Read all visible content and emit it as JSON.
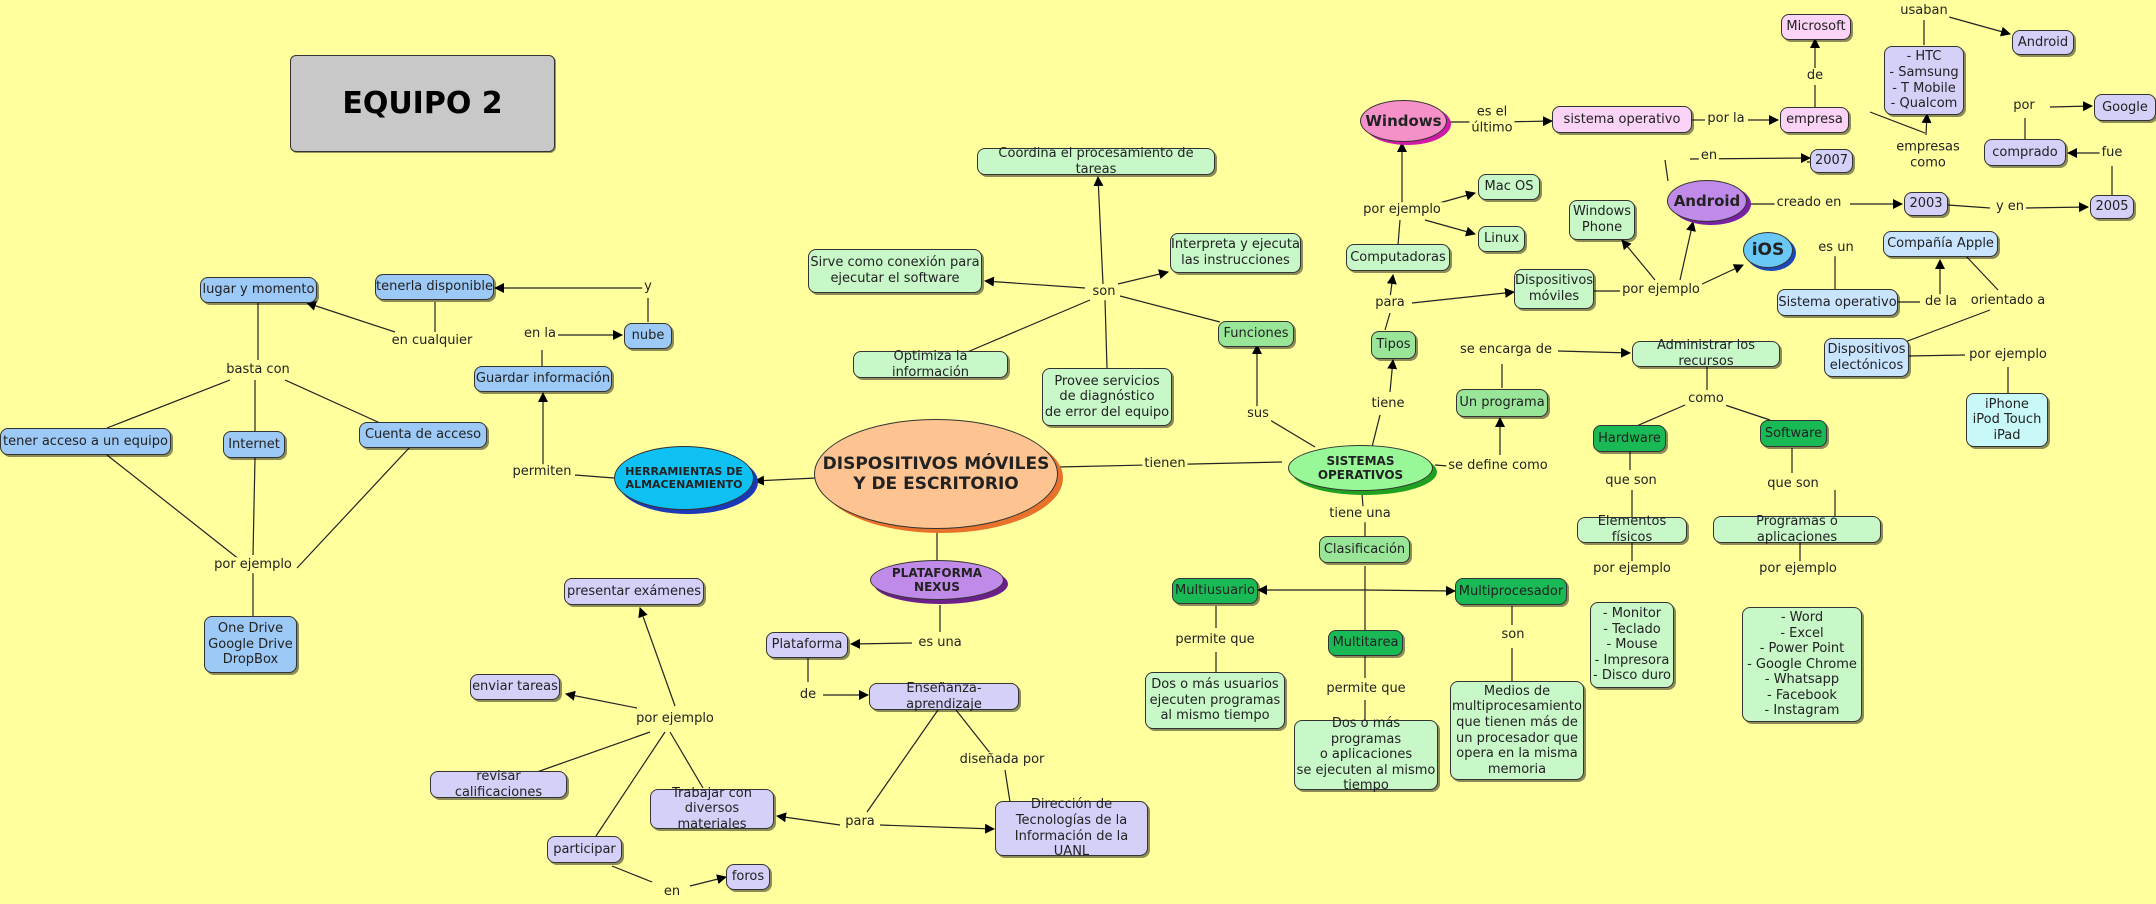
{
  "title": "EQUIPO 2",
  "center": "DISPOSITIVOS MÓVILES\nY DE ESCRITORIO",
  "herramientas": "HERRAMIENTAS DE\nALMACENAMIENTO",
  "plataforma_nexus": "PLATAFORMA NEXUS",
  "sistemas_operativos": "SISTEMAS OPERATIVOS",
  "left": {
    "lugar": "lugar y momento",
    "tenerla": "tenerla disponible",
    "nube": "nube",
    "guardar": "Guardar información",
    "acceso_equipo": "tener acceso a un equipo",
    "internet": "Internet",
    "cuenta": "Cuenta de acceso",
    "onedrive": "One Drive\nGoogle Drive\nDropBox"
  },
  "nexus": {
    "examenes": "presentar exámenes",
    "tareas": "enviar tareas",
    "calificaciones": "revisar calificaciones",
    "participar": "participar",
    "foros": "foros",
    "plataforma": "Plataforma",
    "ensenanza": "Enseñanza-aprendizaje",
    "materiales": "Trabajar con\ndiversos materiales",
    "direccion": "Dirección de\nTecnologías de la\nInformación de la UANL"
  },
  "funciones": {
    "coordina": "Coordina el procesamiento de tareas",
    "conexion": "Sirve como conexión para\nejecutar el software",
    "interpreta": "Interpreta y ejecuta\nlas instrucciones",
    "optimiza": "Optimiza la información",
    "provee": "Provee servicios\nde diagnóstico\nde error del equipo",
    "funciones": "Funciones",
    "tipos": "Tipos",
    "computadoras": "Computadoras",
    "macos": "Mac OS",
    "linux": "Linux",
    "dispositivos_moviles": "Dispositivos\nmóviles",
    "windows_phone": "Windows\nPhone",
    "un_programa": "Un programa",
    "administrar": "Administrar los recursos",
    "hardware": "Hardware",
    "software": "Software",
    "elementos": "Elementos físicos",
    "programas": "Programas o aplicaciones",
    "hw_list": "- Monitor\n- Teclado\n- Mouse\n- Impresora\n- Disco duro",
    "sw_list": "- Word\n- Excel\n- Power Point\n- Google Chrome\n- Whatsapp\n- Facebook\n- Instagram",
    "clasificacion": "Clasificación",
    "multiusuario": "Multiusuario",
    "multitarea": "Multitarea",
    "multiprocesador": "Multiprocesador",
    "mu_desc": "Dos o más usuarios\nejecuten programas\nal mismo tiempo",
    "mt_desc": "Dos o más programas\no aplicaciones\nse ejecuten al mismo\ntiempo",
    "mp_desc": "Medios de\nmultiprocesamiento\nque tienen más de\nun procesador que\nopera en la misma\nmemoria"
  },
  "os": {
    "windows": "Windows",
    "android": "Android",
    "ios": "iOS",
    "sistema_operativo": "sistema operativo",
    "empresa": "empresa",
    "microsoft": "Microsoft",
    "htc": "- HTC\n- Samsung\n- T Mobile\n- Qualcom",
    "android_small": "Android",
    "google": "Google",
    "comprado": "comprado",
    "y2007": "2007",
    "y2003": "2003",
    "y2005": "2005",
    "apple": "Compañía Apple",
    "so_ios": "Sistema operativo",
    "disp_elec": "Dispositivos\nelectónicos",
    "iphone": "iPhone\niPod Touch\niPad"
  },
  "labels": {
    "tienen": "tienen",
    "permiten": "permiten",
    "en_la": "en la",
    "y": "y",
    "en_cualquier": "en cualquier",
    "basta_con": "basta con",
    "por_ejemplo": "por ejemplo",
    "es_una": "es una",
    "de": "de",
    "disenada_por": "diseñada por",
    "para": "para",
    "en": "en",
    "son": "son",
    "sus": "sus",
    "tiene": "tiene",
    "se_define_como": "se define como",
    "tiene_una": "tiene una",
    "permite_que": "permite que",
    "se_encarga_de": "se encarga de",
    "como": "como",
    "que_son": "que son",
    "es_el_ultimo": "es el\núltimo",
    "por_la": "por la",
    "usaban": "usaban",
    "empresas_como": "empresas\ncomo",
    "por": "por",
    "fue": "fue",
    "creado_en": "creado en",
    "y_en": "y en",
    "es_un": "es un",
    "de_la": "de la",
    "orientado_a": "orientado a"
  }
}
